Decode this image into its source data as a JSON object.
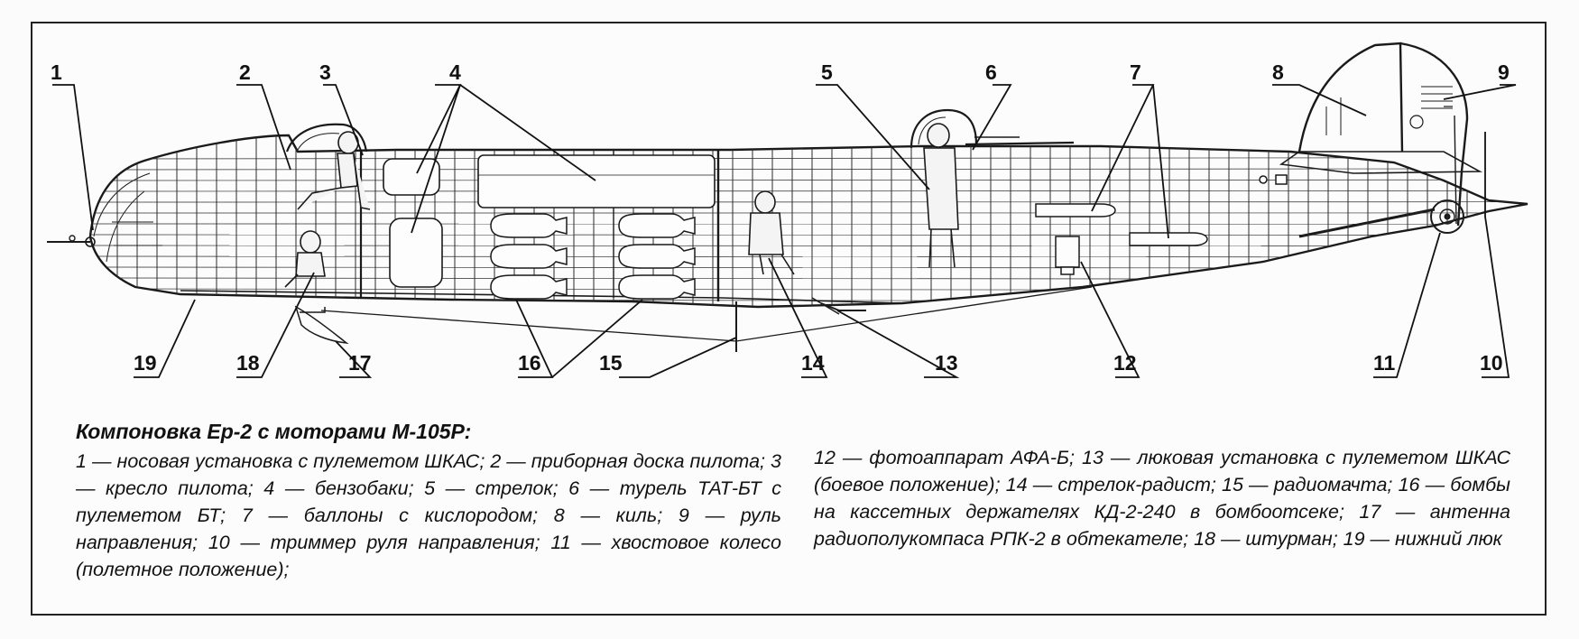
{
  "diagram": {
    "callouts": [
      "1",
      "2",
      "3",
      "4",
      "5",
      "6",
      "7",
      "8",
      "9",
      "10",
      "11",
      "12",
      "13",
      "14",
      "15",
      "16",
      "17",
      "18",
      "19"
    ]
  },
  "caption": {
    "title": "Компоновка Ер-2 с моторами М-105Р:",
    "column1": "1 — носовая установка с пулеметом ШКАС; 2 — приборная доска пилота; 3 — кресло пилота; 4 — бензобаки; 5 — стрелок; 6 — турель ТАТ-БТ с пулеметом БТ; 7 — баллоны с кислородом; 8 — киль; 9 — руль направления; 10 — триммер руля направления; 11 — хвостовое колесо (полетное положение);",
    "column2": "12 — фотоаппарат АФА-Б; 13 — люковая установка с пулеметом ШКАС (боевое положение); 14 — стрелок-радист; 15 — радиомачта; 16 — бомбы на кассетных держателях КД-2-240 в бомбоотсеке; 17 — антенна радиополукомпаса РПК-2 в обтекателе; 18 — штурман; 19 — нижний люк"
  }
}
